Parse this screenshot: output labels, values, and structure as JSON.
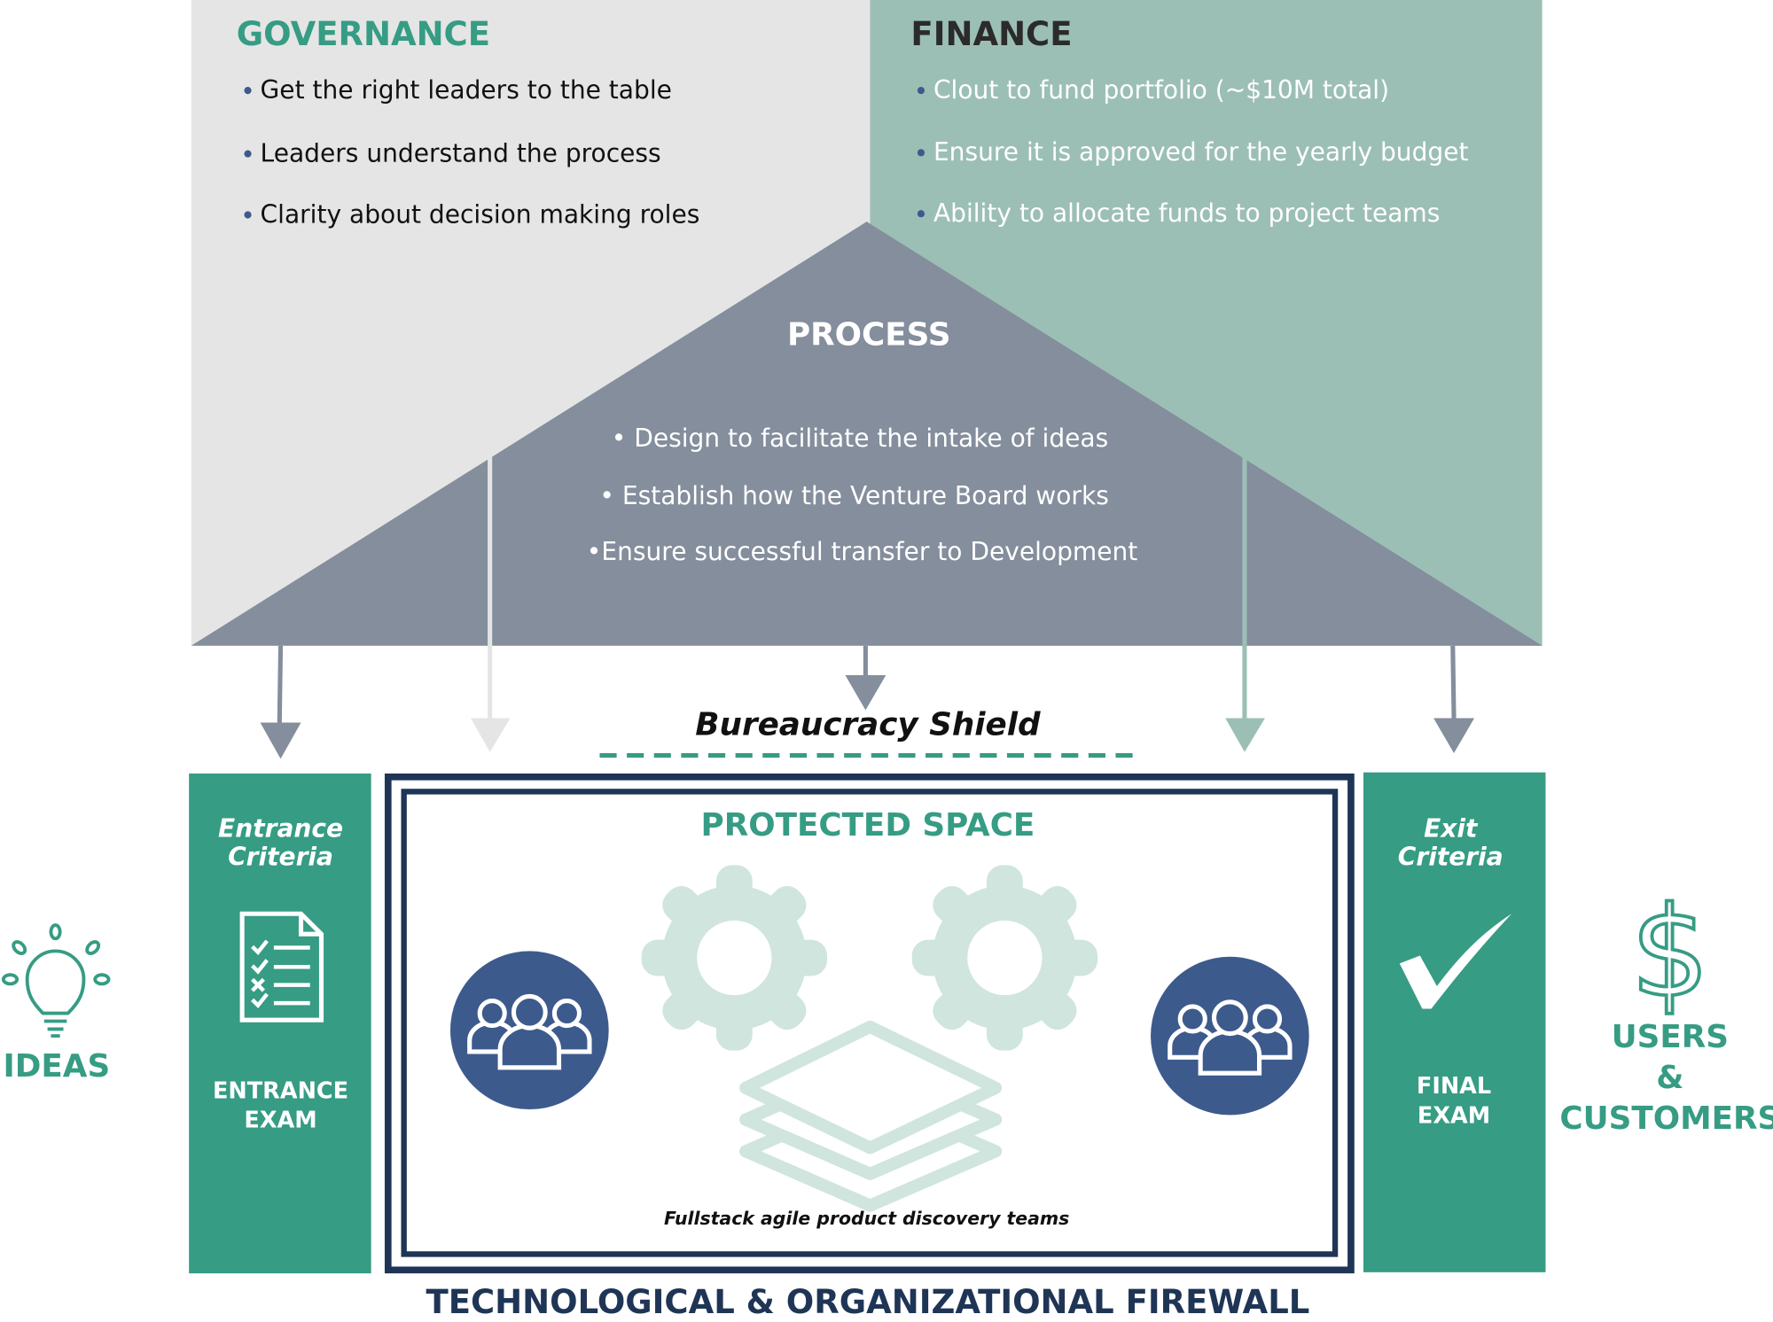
{
  "colors": {
    "teal": "#369c84",
    "teal_light": "#9cbfb5",
    "gray_light": "#e5e5e5",
    "slate": "#848e9c",
    "navy": "#1f3556",
    "blue_circle": "#3d5a8c",
    "mint": "#cfe5de",
    "white": "#ffffff",
    "dark_text": "#2b2b2b"
  },
  "governance": {
    "title": "GOVERNANCE",
    "items": [
      "Get the right leaders to the table",
      "Leaders understand the process",
      "Clarity about decision making roles"
    ]
  },
  "finance": {
    "title": "FINANCE",
    "items": [
      "Clout to fund portfolio (~$10M total)",
      "Ensure it is approved for the yearly budget",
      "Ability to allocate funds to project teams"
    ]
  },
  "process": {
    "title": "PROCESS",
    "items": [
      "• Design to facilitate the intake of ideas",
      "• Establish how the Venture Board works",
      "•Ensure successful transfer to Development"
    ]
  },
  "shield": {
    "label": "Bureaucracy Shield"
  },
  "entrance": {
    "title_lines": [
      "Entrance",
      "Criteria"
    ],
    "exam_lines": [
      "ENTRANCE",
      "EXAM"
    ]
  },
  "exit": {
    "title_lines": [
      "Exit",
      "Criteria"
    ],
    "exam_lines": [
      "FINAL",
      "EXAM"
    ]
  },
  "protected": {
    "title": "PROTECTED SPACE",
    "caption": "Fullstack agile product discovery teams"
  },
  "firewall": {
    "label": "TECHNOLOGICAL & ORGANIZATIONAL FIREWALL"
  },
  "ideas": {
    "label": "IDEAS"
  },
  "users": {
    "lines": [
      "USERS",
      "&",
      "CUSTOMERS"
    ]
  },
  "icons": {
    "ideas": "lightbulb-icon",
    "entrance": "checklist-icon",
    "exit": "checkmark-icon",
    "users": "dollar-icon",
    "teams": "team-icon",
    "process": "gear-icon",
    "stack": "layers-icon"
  }
}
